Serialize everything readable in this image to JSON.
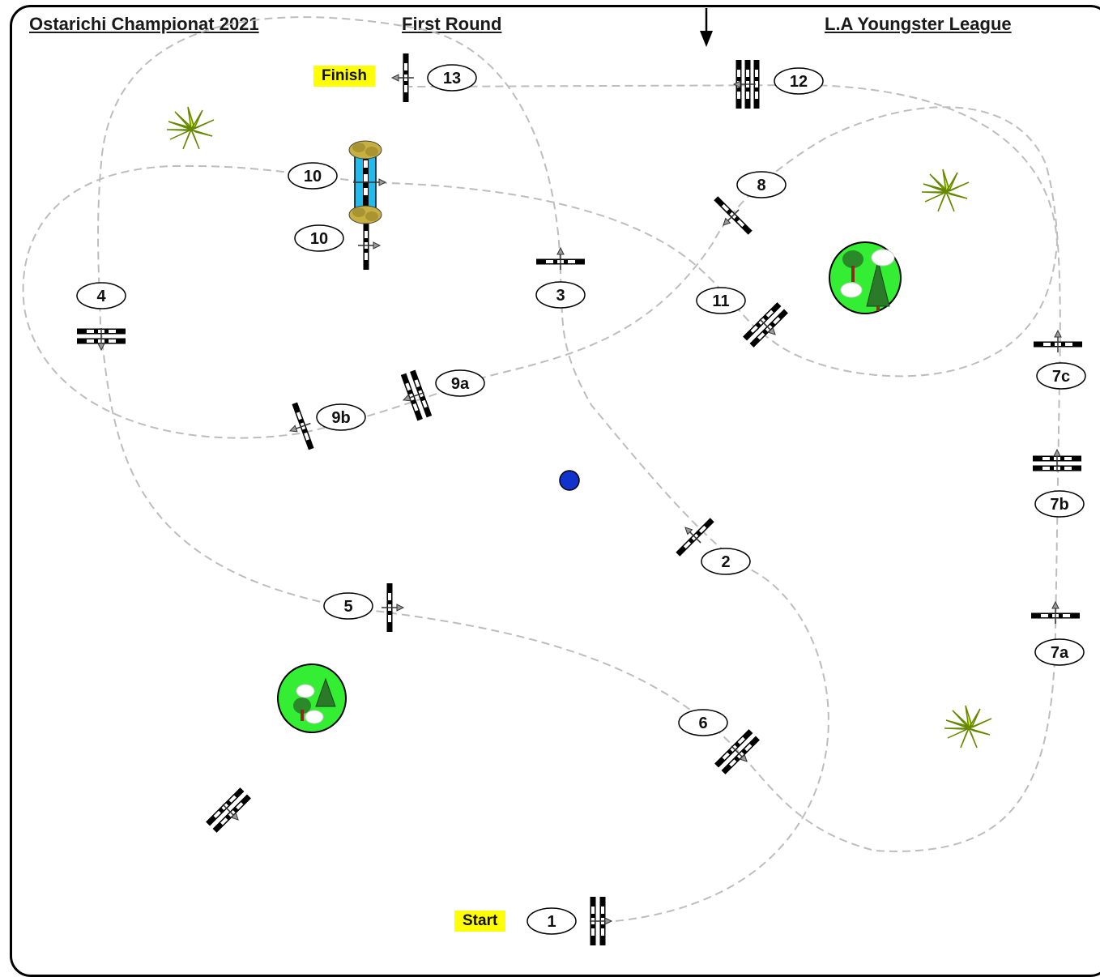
{
  "header": {
    "left_title": "Ostarichi Championat 2021",
    "center_title": "First Round",
    "right_title": "L.A Youngster League"
  },
  "labels": {
    "start": "Start",
    "finish": "Finish"
  },
  "obstacles": {
    "o1": "1",
    "o2": "2",
    "o3": "3",
    "o4": "4",
    "o5": "5",
    "o6": "6",
    "o7a": "7a",
    "o7b": "7b",
    "o7c": "7c",
    "o8": "8",
    "o9a": "9a",
    "o9b": "9b",
    "o10a": "10",
    "o10b": "10",
    "o11": "11",
    "o12": "12",
    "o13": "13"
  },
  "colors": {
    "path": "#bdbdbd",
    "highlight": "#ffff00",
    "tree_island": "#33ee33",
    "water": "#22bbee",
    "marker": "#1133cc"
  }
}
